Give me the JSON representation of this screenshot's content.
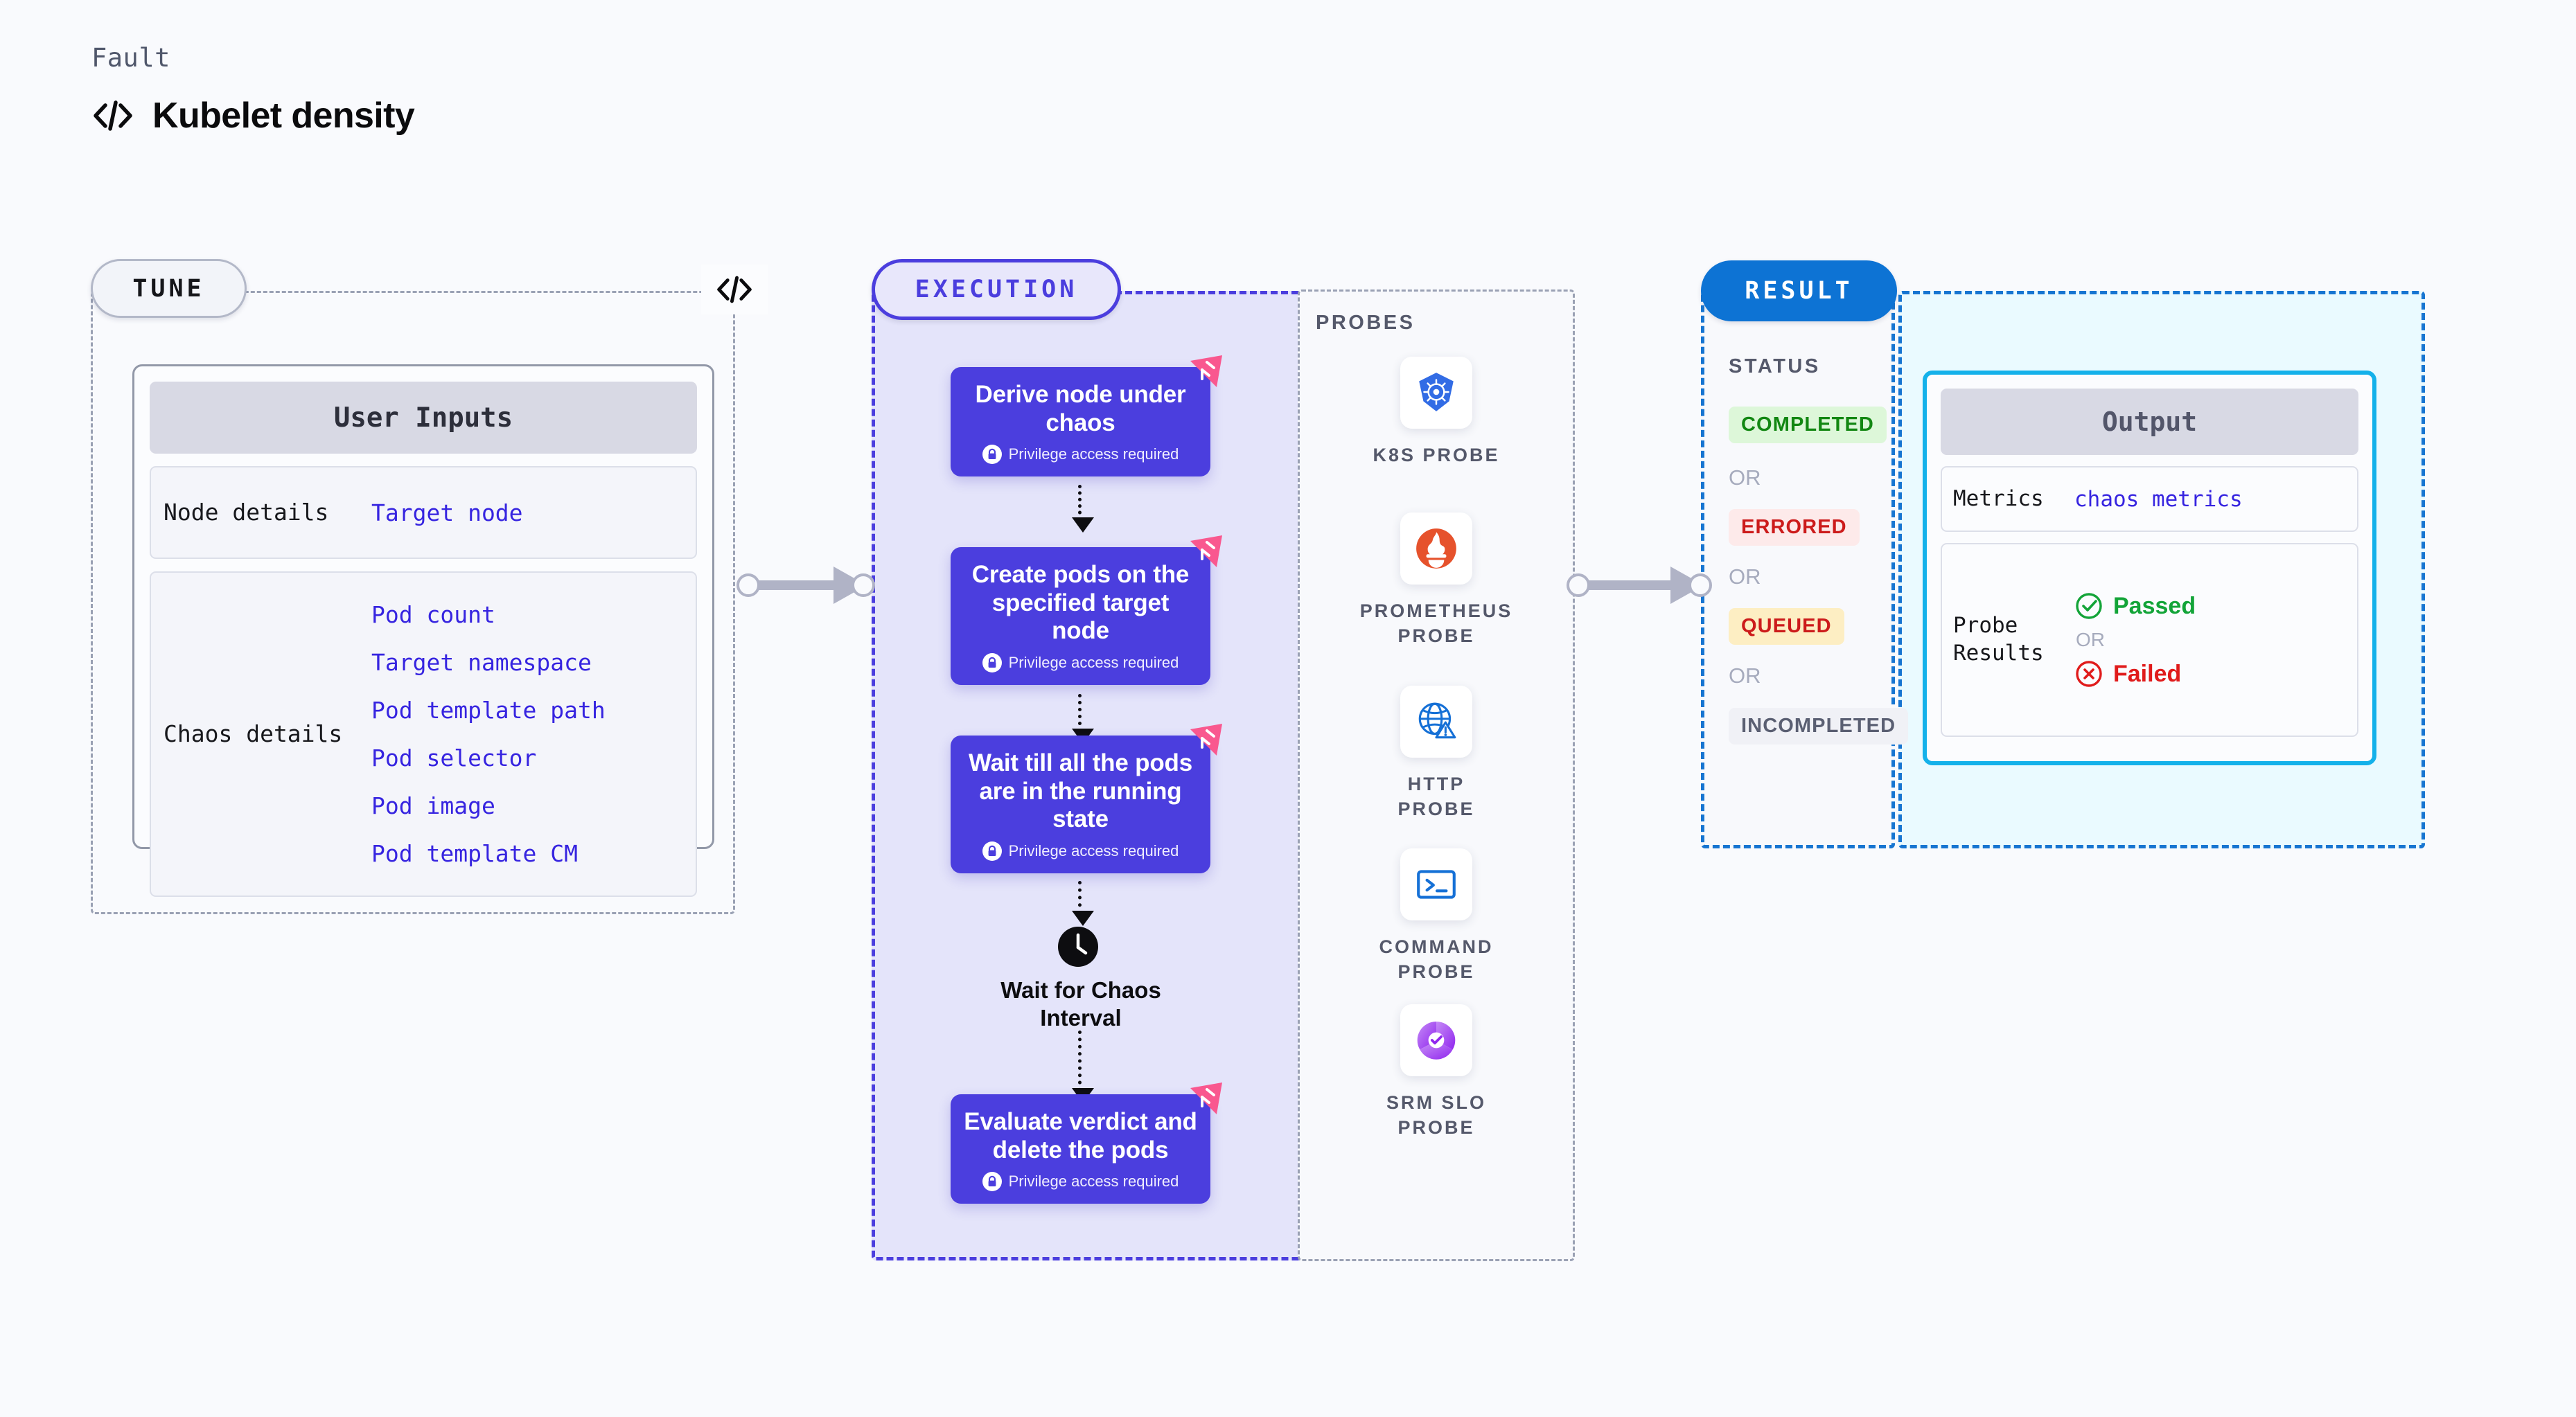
{
  "header": {
    "eyebrow": "Fault",
    "title": "Kubelet density",
    "icon": "code-brackets-icon"
  },
  "tune": {
    "pill_label": "TUNE",
    "divider_icon": "code-brackets-icon",
    "card_title": "User Inputs",
    "groups": [
      {
        "label": "Node details",
        "values": [
          "Target node"
        ]
      },
      {
        "label": "Chaos details",
        "values": [
          "Pod count",
          "Target namespace",
          "Pod template path",
          "Pod selector",
          "Pod image",
          "Pod template CM"
        ]
      }
    ]
  },
  "execution": {
    "pill_label": "EXECUTION",
    "nodes": [
      {
        "title": "Derive node under chaos",
        "badge": "Privilege access required"
      },
      {
        "title": "Create pods on the specified target node",
        "badge": "Privilege access required"
      },
      {
        "title": "Wait till all the pods are in the running state",
        "badge": "Privilege access required"
      },
      {
        "title": "Evaluate verdict and delete the pods",
        "badge": "Privilege access required"
      }
    ],
    "wait_step": {
      "label": "Wait for Chaos Interval",
      "icon": "clock-icon"
    }
  },
  "probes": {
    "section_label": "PROBES",
    "items": [
      {
        "label": "K8S PROBE",
        "icon": "kubernetes-icon"
      },
      {
        "label": "PROMETHEUS PROBE",
        "icon": "prometheus-icon"
      },
      {
        "label": "HTTP PROBE",
        "icon": "globe-warning-icon"
      },
      {
        "label": "COMMAND PROBE",
        "icon": "terminal-icon"
      },
      {
        "label": "SRM SLO PROBE",
        "icon": "srm-slo-icon"
      }
    ]
  },
  "result": {
    "pill_label": "RESULT",
    "status_label": "STATUS",
    "or_label": "OR",
    "statuses": [
      {
        "label": "COMPLETED",
        "bg": "#ddf7d9",
        "fg": "#128712"
      },
      {
        "label": "ERRORED",
        "bg": "#fdeaea",
        "fg": "#cc1b1b"
      },
      {
        "label": "QUEUED",
        "bg": "#fdeec3",
        "fg": "#cc1b1b"
      },
      {
        "label": "INCOMPLETED",
        "bg": "#f0f1f6",
        "fg": "#5a5f72"
      }
    ],
    "output": {
      "card_title": "Output",
      "metrics_label": "Metrics",
      "metrics_value": "chaos metrics",
      "probe_results_label": "Probe Results",
      "passed_label": "Passed",
      "failed_label": "Failed",
      "or_label": "OR"
    }
  },
  "colors": {
    "accent_purple": "#4b3ede",
    "accent_blue": "#0d73d4",
    "accent_cyan": "#14b1ea",
    "harness_pink": "#f9588f",
    "link_blue": "#3624e0",
    "page_bg": "#f9fafd"
  }
}
